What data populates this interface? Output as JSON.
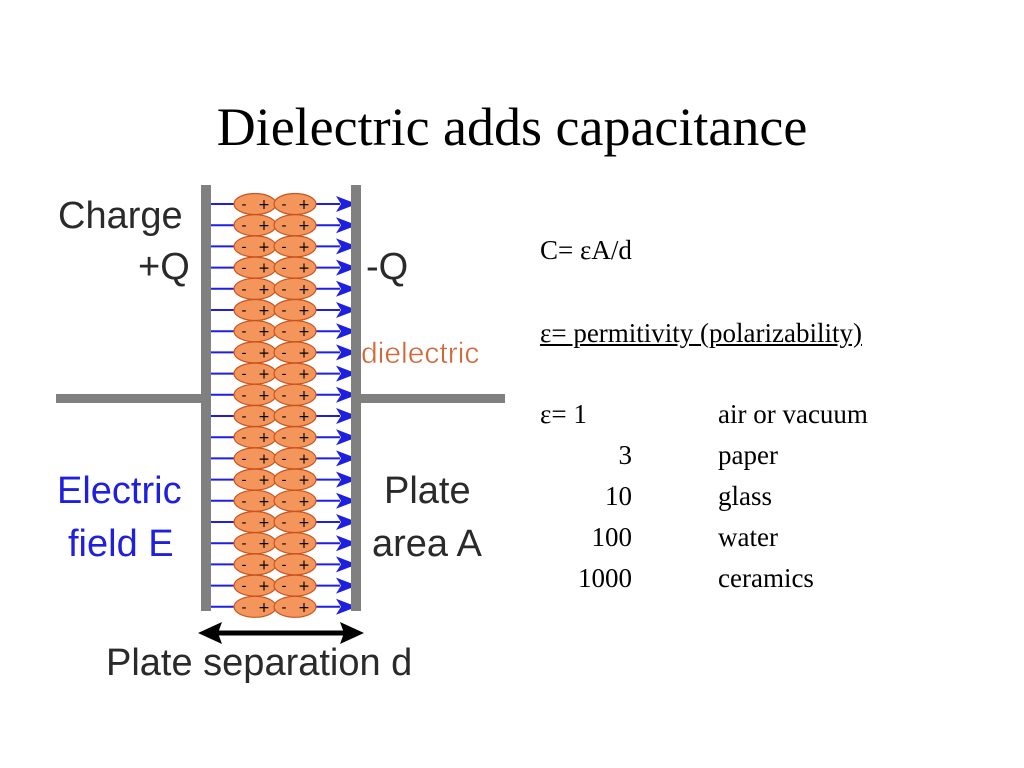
{
  "title": "Dielectric adds capacitance",
  "diagram": {
    "charge_label": "Charge",
    "plus_q": "+Q",
    "minus_q": "-Q",
    "dielectric_label": "dielectric",
    "field_label_line1": "Electric",
    "field_label_line2": "field E",
    "plate_label_line1": "Plate",
    "plate_label_line2": "area A",
    "separation_label": "Plate separation d",
    "dipole_sign_neg": "-",
    "dipole_sign_pos": "+",
    "colors": {
      "plate": "#808080",
      "field_arrow": "#1f1fe0",
      "dipole_fill": "#f4955c",
      "dipole_stroke": "#c8541e",
      "dielectric_text": "#d2693a",
      "field_text": "#1f1fe0"
    }
  },
  "formula": "C= εA/d",
  "definition": "ε= permitivity  (polarizability)",
  "permittivity_table": [
    {
      "value": "ε= 1",
      "material": "air or vacuum"
    },
    {
      "value": "3",
      "material": "paper"
    },
    {
      "value": "10",
      "material": "glass"
    },
    {
      "value": "100",
      "material": "water"
    },
    {
      "value": "1000",
      "material": "ceramics"
    }
  ]
}
